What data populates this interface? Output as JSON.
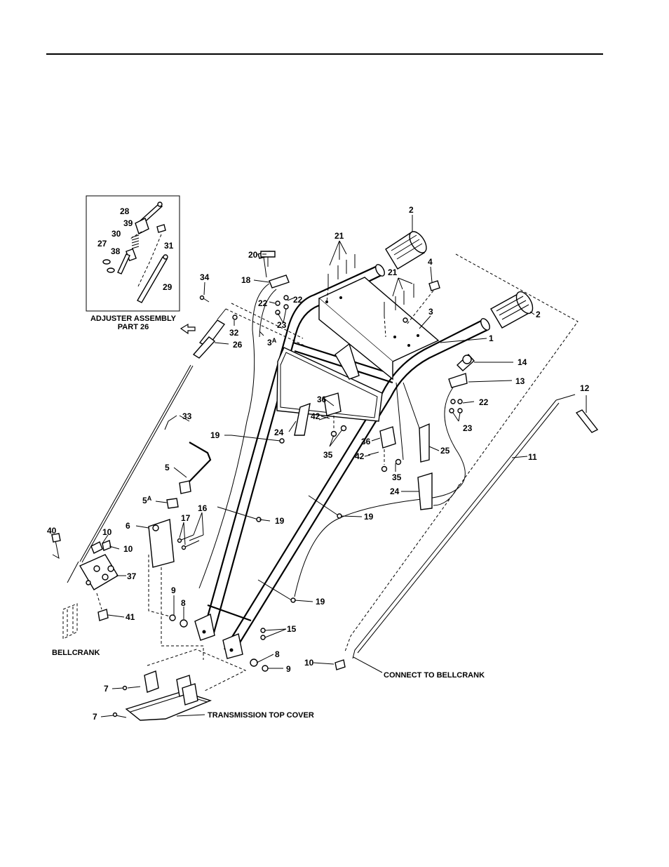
{
  "inset": {
    "title_line1": "ADJUSTER ASSEMBLY",
    "title_line2": "PART 26"
  },
  "captions": {
    "bellcrank": "BELLCRANK",
    "connect_to_bellcrank": "CONNECT TO BELLCRANK",
    "transmission_top_cover": "TRANSMISSION TOP COVER"
  },
  "labels": {
    "l1": "1",
    "l2a": "2",
    "l2b": "2",
    "l3": "3",
    "l3a": "3",
    "l3a_sup": "A",
    "l4": "4",
    "l5": "5",
    "l5a": "5",
    "l5a_sup": "A",
    "l6": "6",
    "l7a": "7",
    "l7b": "7",
    "l8a": "8",
    "l8b": "8",
    "l9a": "9",
    "l9b": "9",
    "l10a": "10",
    "l10b": "10",
    "l10c": "10",
    "l11": "11",
    "l12": "12",
    "l13": "13",
    "l14": "14",
    "l15": "15",
    "l16": "16",
    "l17": "17",
    "l18": "18",
    "l19a": "19",
    "l19b": "19",
    "l19c": "19",
    "l19d": "19",
    "l20": "20",
    "l21a": "21",
    "l21b": "21",
    "l22a": "22",
    "l22b": "22",
    "l22c": "22",
    "l23a": "23",
    "l23b": "23",
    "l24a": "24",
    "l24b": "24",
    "l25": "25",
    "l26": "26",
    "l27": "27",
    "l28": "28",
    "l29": "29",
    "l30": "30",
    "l31": "31",
    "l32": "32",
    "l33": "33",
    "l34": "34",
    "l35a": "35",
    "l35b": "35",
    "l36a": "36",
    "l36b": "36",
    "l37": "37",
    "l38": "38",
    "l39": "39",
    "l40": "40",
    "l41": "41",
    "l42a": "42",
    "l42b": "42"
  }
}
